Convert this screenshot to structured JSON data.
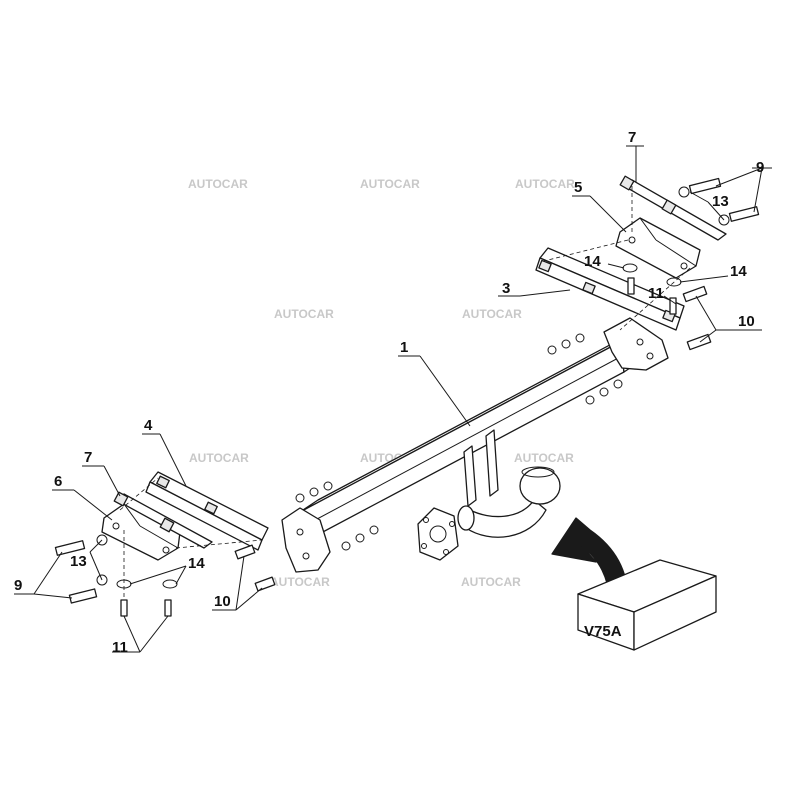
{
  "watermark": "AUTOCAR",
  "callouts": [
    "1",
    "3",
    "4",
    "5",
    "6",
    "7",
    "7",
    "9",
    "9",
    "10",
    "10",
    "11",
    "11",
    "13",
    "13",
    "14",
    "14",
    "14"
  ],
  "package_label": "V75A"
}
